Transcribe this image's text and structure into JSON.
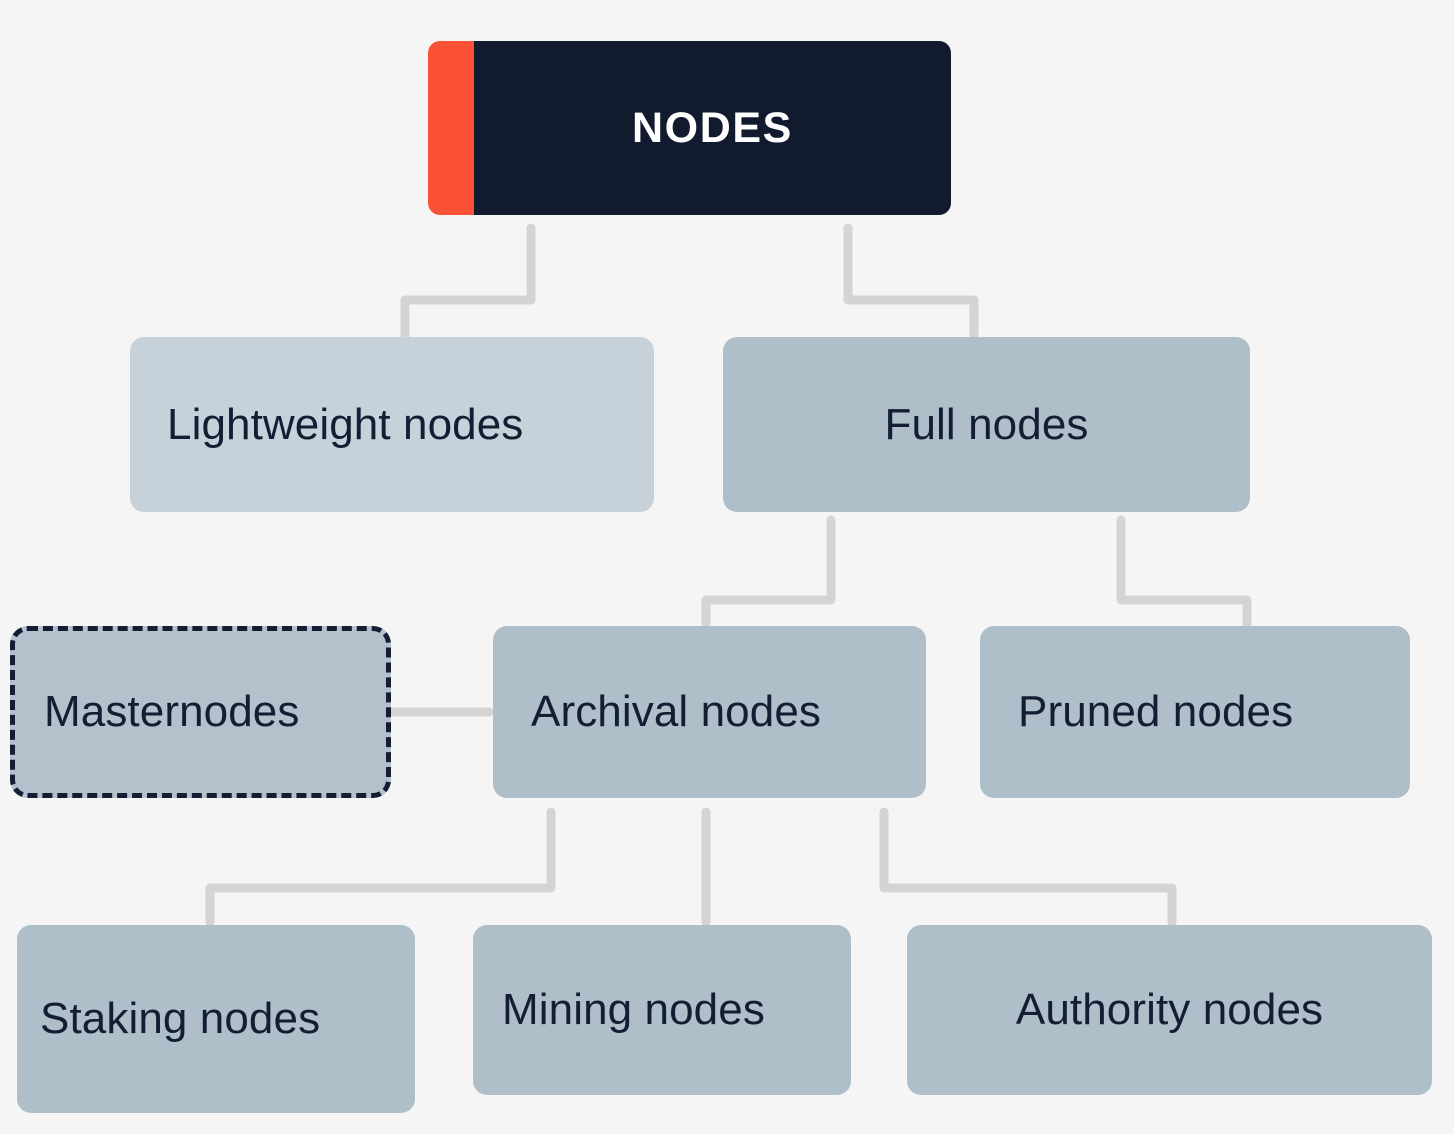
{
  "diagram": {
    "title": "NODES",
    "background_color": "#f5f5f6",
    "accent_color": "#fb5136",
    "root_fill_color": "#121a2e",
    "root_text_color": "#ffffff",
    "box_fill_light": "#c6d1d9",
    "box_fill_mid": "#afbfc9",
    "box_text_color": "#141d33",
    "connector_color": "#d4d4d4",
    "dashed_border_color": "#141d33",
    "nodes": [
      {
        "id": "nodes",
        "label": "NODES",
        "level": 0
      },
      {
        "id": "lightweight",
        "label": "Lightweight nodes",
        "level": 1
      },
      {
        "id": "full",
        "label": "Full nodes",
        "level": 1
      },
      {
        "id": "masternodes",
        "label": "Masternodes",
        "level": 2,
        "style": "dashed"
      },
      {
        "id": "archival",
        "label": "Archival nodes",
        "level": 2
      },
      {
        "id": "pruned",
        "label": "Pruned nodes",
        "level": 2
      },
      {
        "id": "staking",
        "label": "Staking nodes",
        "level": 3
      },
      {
        "id": "mining",
        "label": "Mining nodes",
        "level": 3
      },
      {
        "id": "authority",
        "label": "Authority nodes",
        "level": 3
      }
    ],
    "edges": [
      {
        "from": "nodes",
        "to": "lightweight"
      },
      {
        "from": "nodes",
        "to": "full"
      },
      {
        "from": "full",
        "to": "archival"
      },
      {
        "from": "full",
        "to": "pruned"
      },
      {
        "from": "archival",
        "to": "masternodes"
      },
      {
        "from": "archival",
        "to": "staking"
      },
      {
        "from": "archival",
        "to": "mining"
      },
      {
        "from": "archival",
        "to": "authority"
      }
    ]
  }
}
